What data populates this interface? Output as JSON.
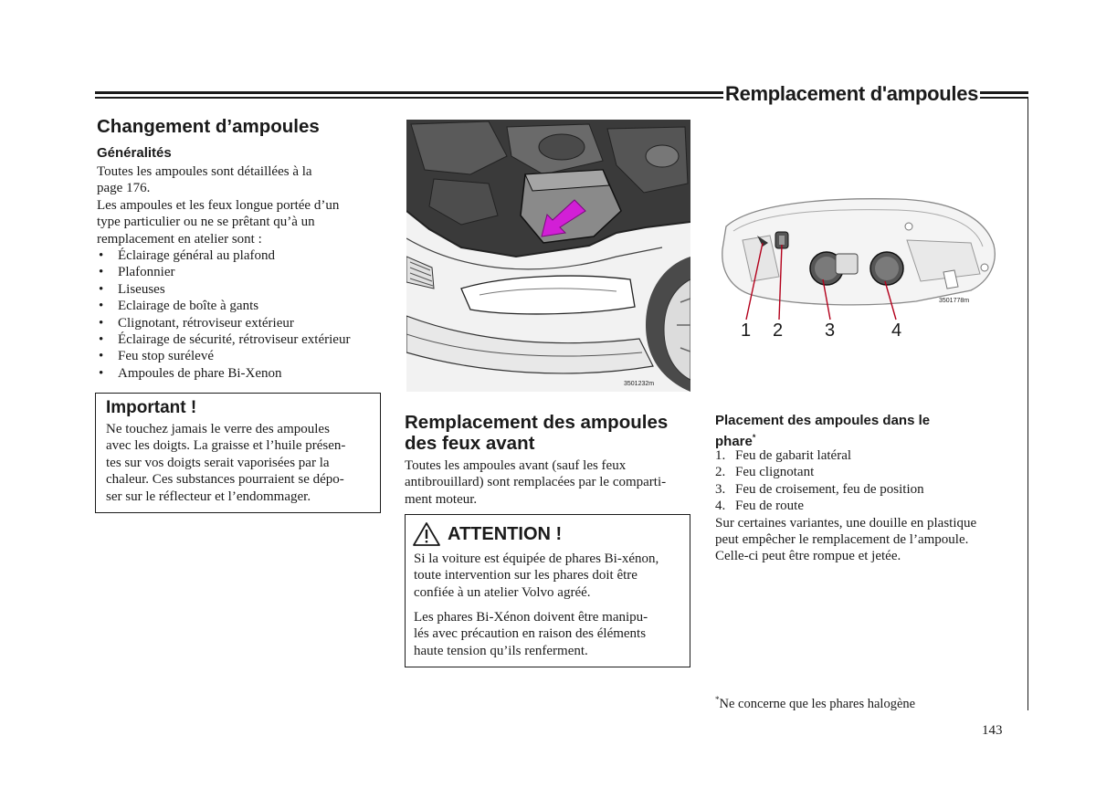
{
  "header": {
    "title": "Remplacement d'ampoules"
  },
  "left": {
    "title": "Changement d’ampoules",
    "subtitle": "Généralités",
    "intro_1": "Toutes les ampoules sont détaillées à la",
    "intro_2": "page 176.",
    "intro_3": "Les ampoules et les feux longue portée d’un",
    "intro_4": "type particulier ou ne se prêtant qu’à un",
    "intro_5": "remplacement en atelier sont :",
    "bullets": [
      "Éclairage général au plafond",
      "Plafonnier",
      "Liseuses",
      "Eclairage de boîte à gants",
      "Clignotant, rétroviseur extérieur",
      "Éclairage de sécurité, rétroviseur extérieur",
      "Feu stop surélevé",
      "Ampoules de phare Bi-Xenon"
    ],
    "important": {
      "title": "Important !",
      "lines": [
        "Ne touchez jamais le verre des ampoules",
        "avec les doigts. La graisse et l’huile présen-",
        "tes sur vos doigts serait vaporisées par la",
        "chaleur. Ces substances pourraient se dépo-",
        "ser sur le réflecteur et l’endommager."
      ]
    }
  },
  "middle": {
    "figure_code": "3501232m",
    "title_1": "Remplacement des ampoules",
    "title_2": "des feux avant",
    "body": [
      "Toutes les ampoules avant (sauf les feux",
      "antibrouillard) sont remplacées par le comparti-",
      "ment moteur."
    ],
    "attention": {
      "title": "ATTENTION !",
      "p1": [
        "Si la voiture est équipée de phares Bi-xénon,",
        "toute intervention sur les phares doit être",
        "confiée à un atelier Volvo agréé."
      ],
      "p2": [
        "Les phares Bi-Xénon doivent être manipu-",
        "lés avec précaution en raison des éléments",
        "haute tension qu’ils renferment."
      ]
    }
  },
  "right": {
    "figure_code": "3501778m",
    "callouts": [
      "1",
      "2",
      "3",
      "4"
    ],
    "title_1": "Placement des ampoules dans le",
    "title_2": "phare",
    "title_mark": "*",
    "items": [
      {
        "n": "1.",
        "label": "Feu de gabarit latéral"
      },
      {
        "n": "2.",
        "label": "Feu clignotant"
      },
      {
        "n": "3.",
        "label": "Feu de croisement, feu de position"
      },
      {
        "n": "4.",
        "label": "Feu de route"
      }
    ],
    "note": [
      "Sur certaines variantes, une douille en plastique",
      "peut empêcher le remplacement de l’ampoule.",
      "Celle-ci peut être rompue et jetée."
    ],
    "footnote_mark": "*",
    "footnote": "Ne concerne que les phares halogène"
  },
  "page_number": "143",
  "colors": {
    "ink": "#1a1a1a",
    "arrow": "#d21fd6"
  }
}
